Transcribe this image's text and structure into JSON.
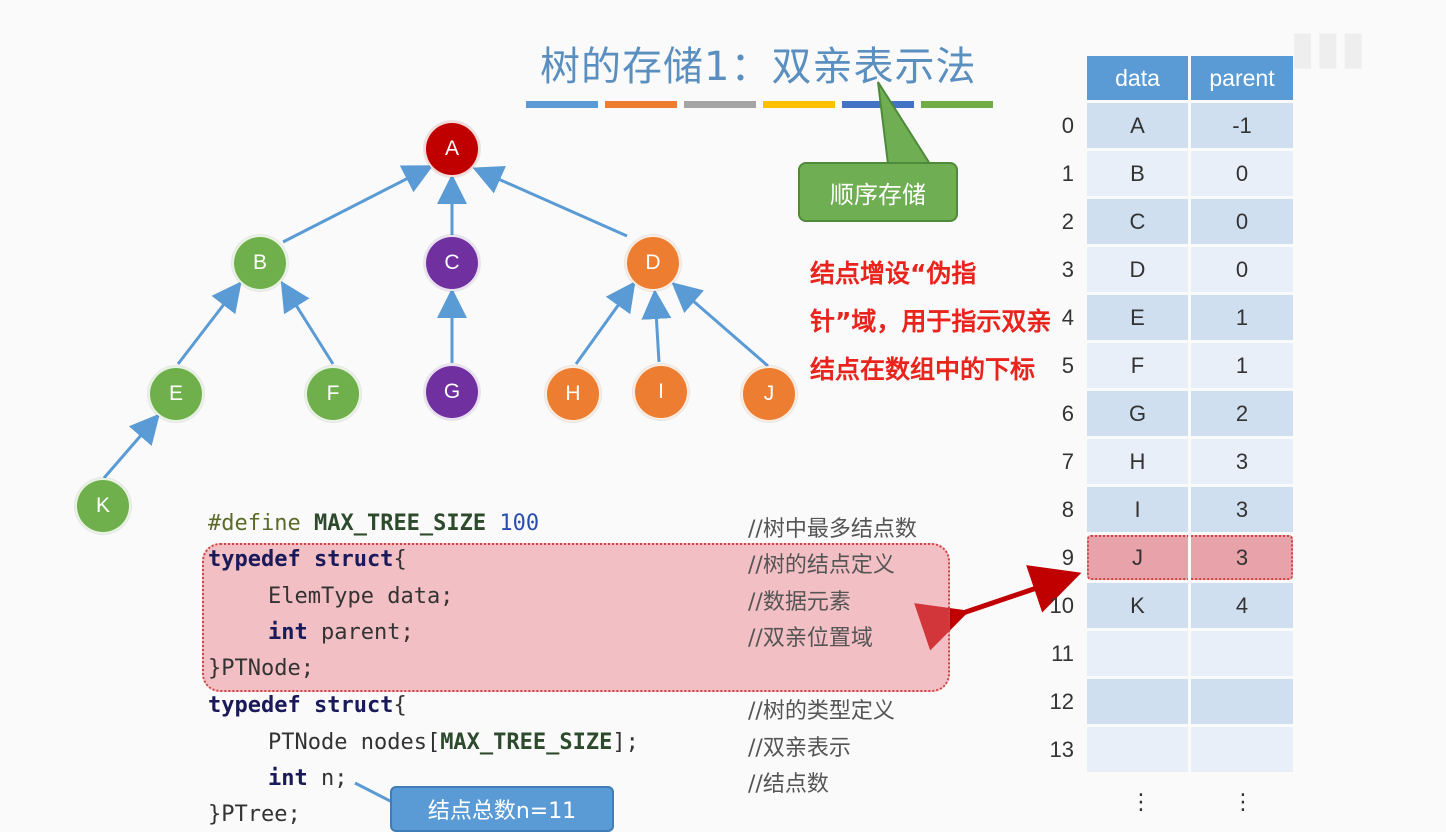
{
  "title": "树的存储1：双亲表示法",
  "title_bar_colors": [
    "#5b9bd5",
    "#ed7d31",
    "#a5a5a5",
    "#ffc000",
    "#4472c4",
    "#70ad47"
  ],
  "callout_green": "顺序存储",
  "red_note": "结点增设“伪指针”域，用于指示双亲结点在数组中的下标",
  "tree": {
    "nodes": [
      {
        "label": "A",
        "color": "#c00000"
      },
      {
        "label": "B",
        "color": "#6fb04c"
      },
      {
        "label": "C",
        "color": "#7030a0"
      },
      {
        "label": "D",
        "color": "#ed7d31"
      },
      {
        "label": "E",
        "color": "#6fb04c"
      },
      {
        "label": "F",
        "color": "#6fb04c"
      },
      {
        "label": "G",
        "color": "#7030a0"
      },
      {
        "label": "H",
        "color": "#ed7d31"
      },
      {
        "label": "I",
        "color": "#ed7d31"
      },
      {
        "label": "J",
        "color": "#ed7d31"
      },
      {
        "label": "K",
        "color": "#6fb04c"
      }
    ]
  },
  "code": {
    "line1": {
      "pp": "#define",
      "macro": "MAX_TREE_SIZE",
      "num": "100",
      "comment": "//树中最多结点数"
    },
    "line2": {
      "kw": "typedef struct",
      "rest": "{",
      "comment": "//树的结点定义"
    },
    "line3": {
      "text": "ElemType data;",
      "comment": "//数据元素"
    },
    "line4": {
      "kw": "int",
      "rest": " parent;",
      "comment": "//双亲位置域"
    },
    "line5": {
      "text": "}PTNode;"
    },
    "line6": {
      "kw": "typedef struct",
      "rest": "{",
      "comment": "//树的类型定义"
    },
    "line7": {
      "pre": "PTNode nodes[",
      "macro": "MAX_TREE_SIZE",
      "post": "];",
      "comment": "//双亲表示"
    },
    "line8": {
      "kw": "int",
      "rest": " n;",
      "comment": "//结点数"
    },
    "line9": {
      "text": "}PTree;"
    }
  },
  "bubble_note": "结点总数n=11",
  "table": {
    "headers": [
      "data",
      "parent"
    ],
    "rows": [
      {
        "index": "0",
        "data": "A",
        "parent": "-1"
      },
      {
        "index": "1",
        "data": "B",
        "parent": "0"
      },
      {
        "index": "2",
        "data": "C",
        "parent": "0"
      },
      {
        "index": "3",
        "data": "D",
        "parent": "0"
      },
      {
        "index": "4",
        "data": "E",
        "parent": "1"
      },
      {
        "index": "5",
        "data": "F",
        "parent": "1"
      },
      {
        "index": "6",
        "data": "G",
        "parent": "2"
      },
      {
        "index": "7",
        "data": "H",
        "parent": "3"
      },
      {
        "index": "8",
        "data": "I",
        "parent": "3"
      },
      {
        "index": "9",
        "data": "J",
        "parent": "3"
      },
      {
        "index": "10",
        "data": "K",
        "parent": "4"
      },
      {
        "index": "11",
        "data": "",
        "parent": ""
      },
      {
        "index": "12",
        "data": "",
        "parent": ""
      },
      {
        "index": "13",
        "data": "",
        "parent": ""
      }
    ],
    "highlighted_index": "9",
    "ellipsis": "⋮"
  }
}
